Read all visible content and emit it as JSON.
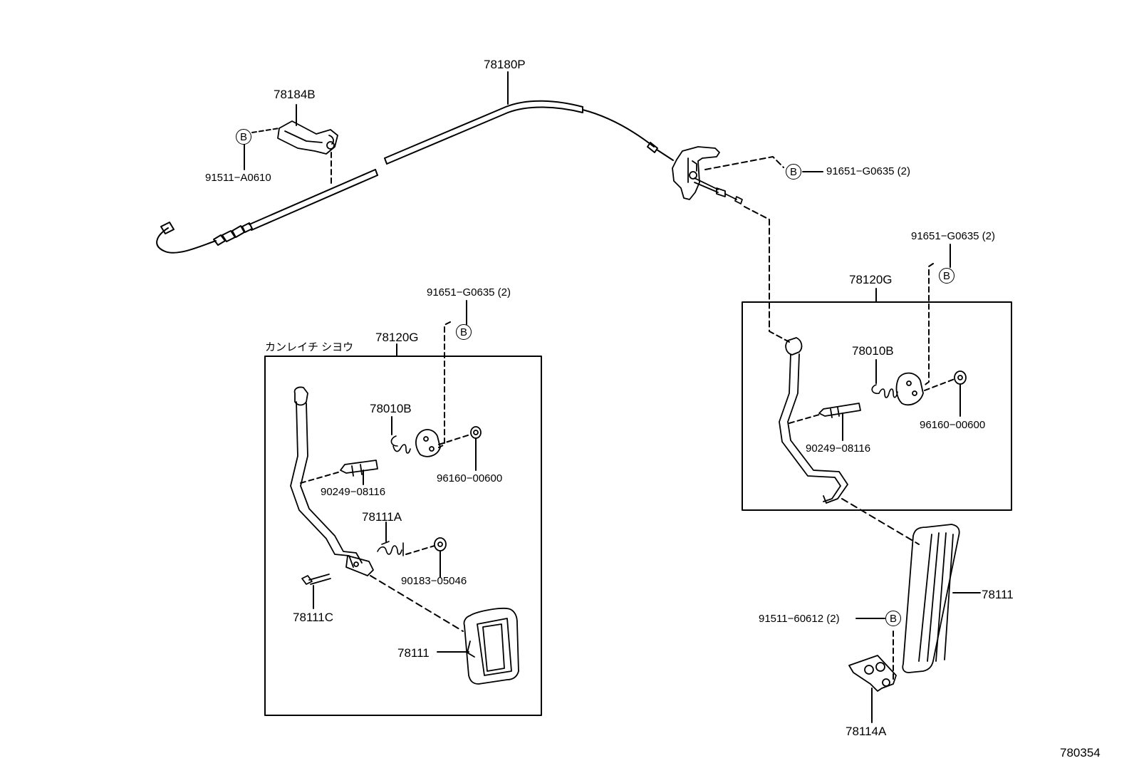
{
  "labels": {
    "p78180P": "78180P",
    "p78184B": "78184B",
    "p91511_A0610": "91511−A0610",
    "p91651_top": "91651−G0635 (2)",
    "p91651_right": "91651−G0635 (2)",
    "p91651_left": "91651−G0635 (2)",
    "p78120G_right": "78120G",
    "p78120G_left": "78120G",
    "p78010B_right": "78010B",
    "p78010B_left": "78010B",
    "p90249_right": "90249−08116",
    "p90249_left": "90249−08116",
    "p96160_right": "96160−00600",
    "p96160_left": "96160−00600",
    "p78111A": "78111A",
    "p90183": "90183−05046",
    "p78111C": "78111C",
    "p78111_left": "78111",
    "p78111_right": "78111",
    "p91511_60612": "91511−60612 (2)",
    "p78114A": "78114A",
    "kanreichi": "カンレイチ シヨウ",
    "diagram_id": "780354"
  },
  "callout_letter": "B"
}
